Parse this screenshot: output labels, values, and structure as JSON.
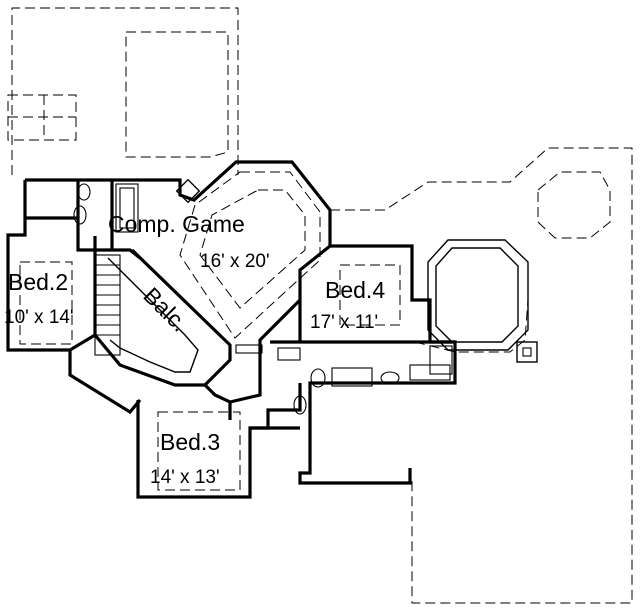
{
  "rooms": {
    "comp_game": {
      "name": "Comp. Game",
      "dims": "16' x 20'"
    },
    "bed2": {
      "name": "Bed.2",
      "dims": "10' x 14'"
    },
    "bed3": {
      "name": "Bed.3",
      "dims": "14' x 13'"
    },
    "bed4": {
      "name": "Bed.4",
      "dims": "17' x 11'"
    },
    "balcony": {
      "name": "Balc."
    }
  }
}
